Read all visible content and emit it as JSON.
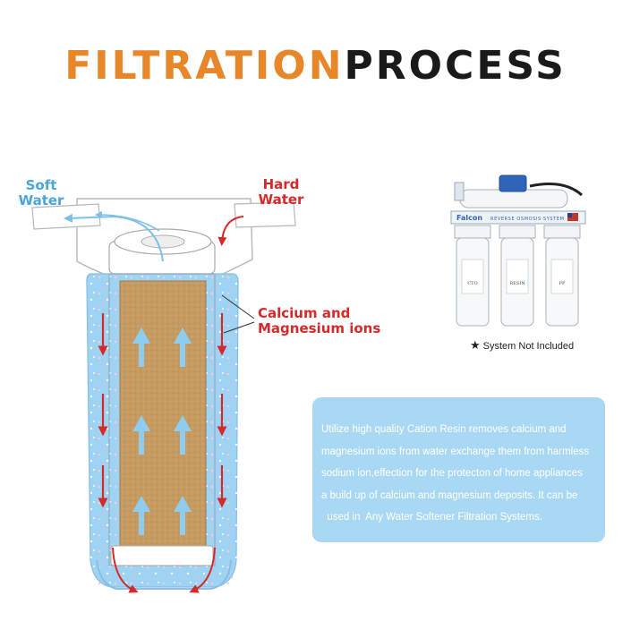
{
  "title": {
    "part1": "FILTRATION",
    "part2": "PROCESS"
  },
  "labels": {
    "soft_water": [
      "Soft",
      "Water"
    ],
    "hard_water": [
      "Hard",
      "Water"
    ],
    "ions": [
      "Calcium and",
      "Magnesium ions"
    ]
  },
  "product": {
    "brand": "Falcon",
    "panel_text": "REVERSE OSMOSIS SYSTEM",
    "filters": [
      "CTO",
      "RESIN",
      "PP"
    ],
    "caption_star": "★",
    "caption": "System Not  Included"
  },
  "info": {
    "lines": [
      "Utilize high quality Cation Resin removes calcium and",
      "magnesium ions from water exchange them from harmless",
      "sodium ion,effection for the protecton of home appliances",
      "a build up of calcium and magnesium deposits. It can be",
      "  used in  Any Water Softener Filtration Systems."
    ]
  },
  "colors": {
    "orange": "#e8862a",
    "black": "#1a1a1a",
    "blue_text": "#4aa6d8",
    "red": "#d62a2a",
    "housing_blue": "#9fd3f3",
    "resin": "#c59b62",
    "info_box": "#a9d8f4"
  }
}
